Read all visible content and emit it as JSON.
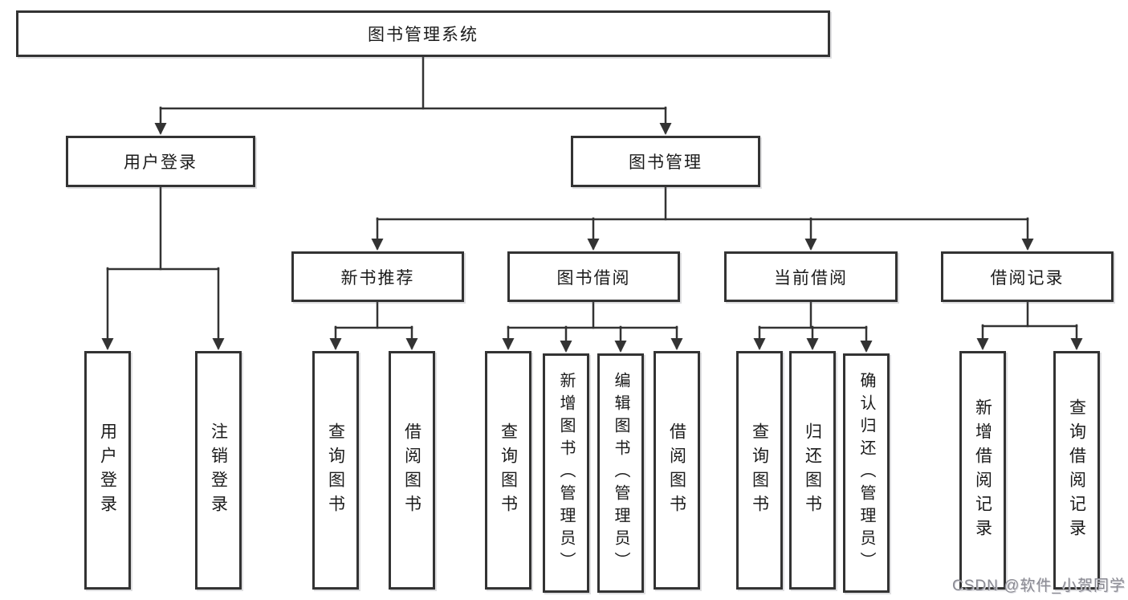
{
  "diagram_title": "图书管理系统",
  "tree": {
    "root": {
      "label": "图书管理系统",
      "children": [
        {
          "label": "用户登录",
          "children": [
            {
              "label": "用户登录"
            },
            {
              "label": "注销登录"
            }
          ]
        },
        {
          "label": "图书管理",
          "children": [
            {
              "label": "新书推荐",
              "children": [
                {
                  "label": "查询图书"
                },
                {
                  "label": "借阅图书"
                }
              ]
            },
            {
              "label": "图书借阅",
              "children": [
                {
                  "label": "查询图书"
                },
                {
                  "label": "新增图书（管理员）"
                },
                {
                  "label": "编辑图书（管理员）"
                },
                {
                  "label": "借阅图书"
                }
              ]
            },
            {
              "label": "当前借阅",
              "children": [
                {
                  "label": "查询图书"
                },
                {
                  "label": "归还图书"
                },
                {
                  "label": "确认归还（管理员）"
                }
              ]
            },
            {
              "label": "借阅记录",
              "children": [
                {
                  "label": "新增借阅记录"
                },
                {
                  "label": "查询借阅记录"
                }
              ]
            }
          ]
        }
      ]
    }
  },
  "watermark": {
    "text": "CSDN @软件_小贺同学"
  },
  "colors": {
    "line": "#333333",
    "box_border": "#333333",
    "box_fill": "#ffffff",
    "text": "#1b1b1b",
    "watermark_text": "#8b8b93",
    "background": "#ffffff"
  }
}
